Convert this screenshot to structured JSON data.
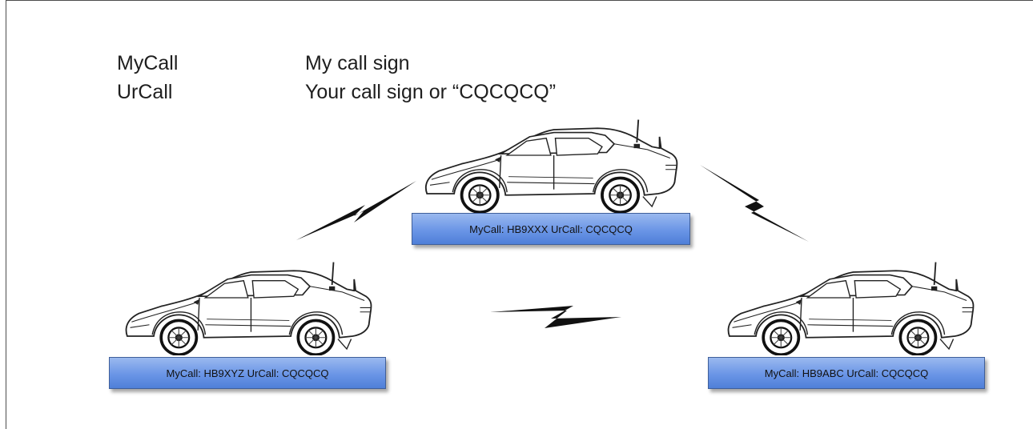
{
  "definitions": [
    {
      "term": "MyCall",
      "description": "My call sign"
    },
    {
      "term": "UrCall",
      "description": "Your call sign or “CQCQCQ”"
    }
  ],
  "stations": [
    {
      "label": "MyCall: HB9XXX UrCall: CQCQCQ"
    },
    {
      "label": "MyCall: HB9XYZ UrCall: CQCQCQ"
    },
    {
      "label": "MyCall: HB9ABC UrCall: CQCQCQ"
    }
  ],
  "colors": {
    "label_box_top": "#9ab9ef",
    "label_box_bottom": "#4f7fd8",
    "label_border": "#3f5f9a",
    "bolt": "#111111",
    "frame_border": "#4d4d4d"
  },
  "icons": [
    "car-icon",
    "lightning-bolt-icon"
  ]
}
